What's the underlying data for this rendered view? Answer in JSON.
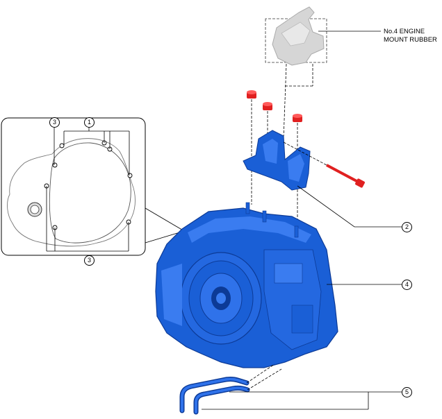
{
  "labels": {
    "mount_line1": "No.4 ENGINE",
    "mount_line2": "MOUNT RUBBER"
  },
  "callouts": {
    "c1": "1",
    "c2": "2",
    "c3_top": "3",
    "c3_bottom": "3",
    "c4": "4",
    "c5": "5"
  },
  "colors": {
    "transaxle_blue": "#1a5fd6",
    "transaxle_dark": "#0c3a96",
    "nut_red": "#e02020",
    "mount_gray": "#d6d6d6",
    "line": "#000000"
  }
}
